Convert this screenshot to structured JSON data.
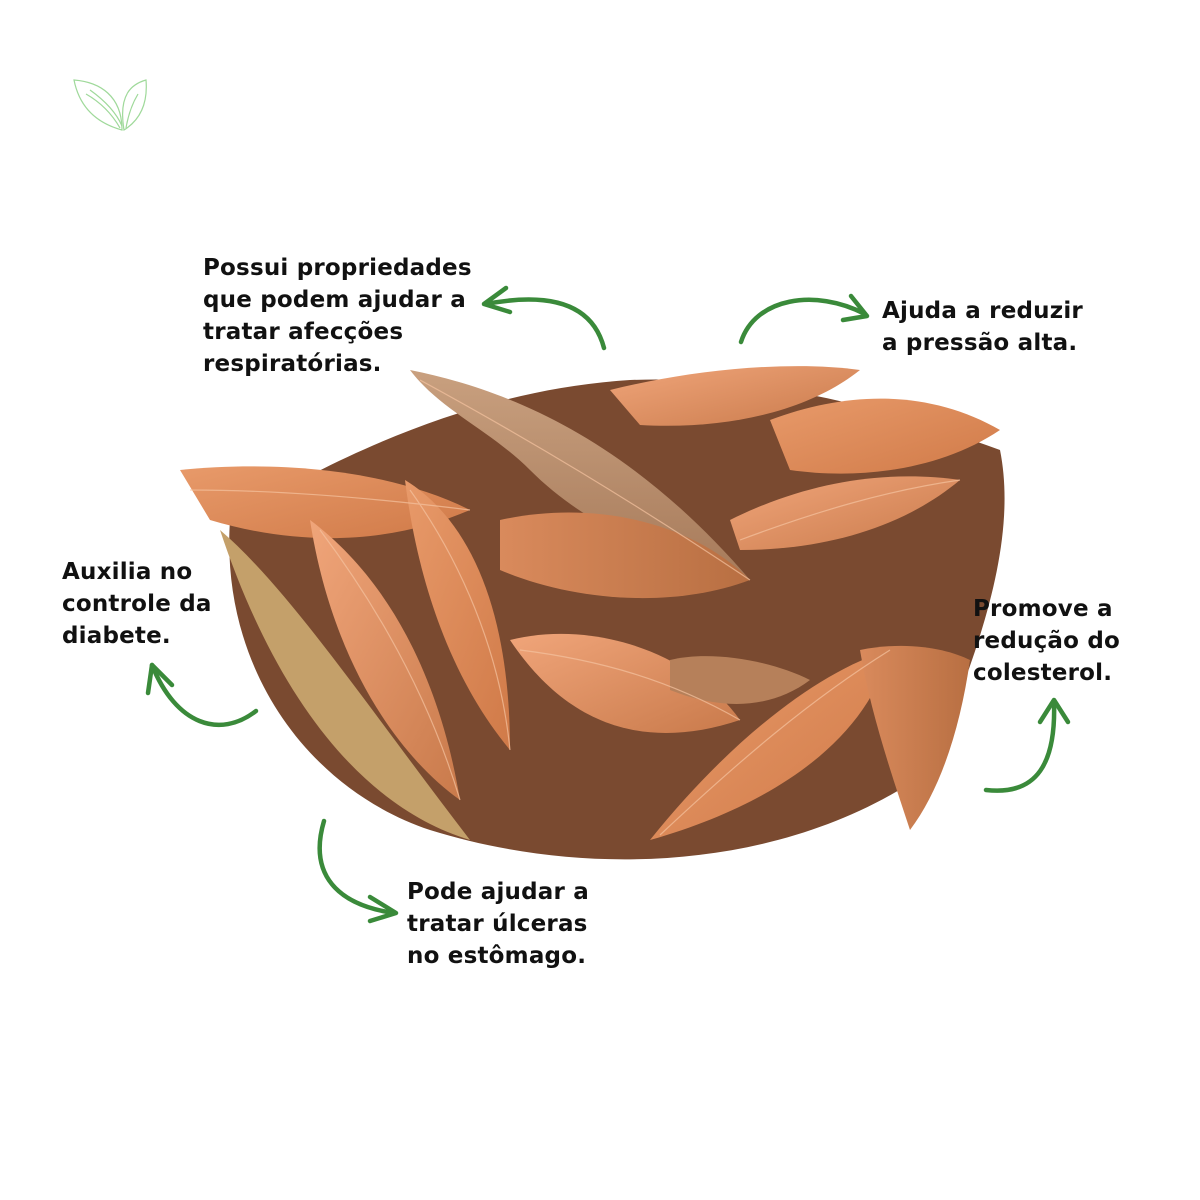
{
  "logo": {
    "icon": "leaf-sprout-icon",
    "color": "#8fd18a"
  },
  "accent_color": "#3a8a3a",
  "leaf_colors": [
    "#e7956a",
    "#d5865b",
    "#c87748",
    "#b7865f",
    "#a46a45",
    "#6b4a34"
  ],
  "callouts": {
    "respiratory": {
      "lines": [
        "Possui propriedades",
        "que podem ajudar a",
        "tratar afecções",
        "respiratórias."
      ]
    },
    "blood_pressure": {
      "lines": [
        "Ajuda a reduzir",
        "a pressão alta."
      ]
    },
    "diabetes": {
      "lines": [
        "Auxilia no",
        "controle da",
        "diabete."
      ]
    },
    "cholesterol": {
      "lines": [
        "Promove a",
        "redução do",
        "colesterol."
      ]
    },
    "ulcers": {
      "lines": [
        "Pode ajudar a",
        "tratar úlceras",
        "no estômago."
      ]
    }
  }
}
